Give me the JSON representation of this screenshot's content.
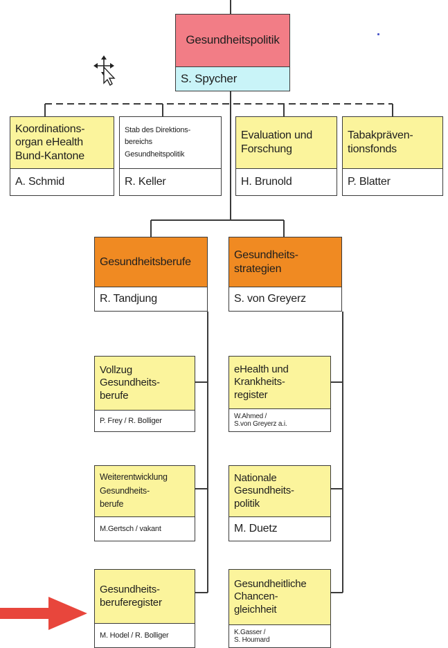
{
  "colors": {
    "line": "#3a3a3a",
    "yellow": "#fbf49c",
    "orange": "#f08a22",
    "red": "#f27d86",
    "cyan": "#c9f4f8",
    "arrow": "#e8463c"
  },
  "icons": {
    "cursor": "move-cursor-icon",
    "arrow": "red-arrow-icon"
  },
  "head": {
    "title": "Gesundheitspolitik",
    "person": "S. Spycher"
  },
  "staff": {
    "ehealth_organ": {
      "title": "Koordinations-\norgan eHealth\nBund-Kantone",
      "person": "A. Schmid"
    },
    "stab": {
      "title": "Stab des Direktions-\nbereichs\nGesundheitspolitik",
      "person": "R. Keller"
    },
    "evaluation": {
      "title": "Evaluation und\nForschung",
      "person": "H. Brunold"
    },
    "tabak": {
      "title": "Tabakpräven-\ntionsfonds",
      "person": "P. Blatter"
    }
  },
  "divisions": {
    "berufe": {
      "title": "Gesundheitsberufe",
      "person": "R. Tandjung"
    },
    "strategien": {
      "title": "Gesundheits-\nstrategien",
      "person": "S. von Greyerz"
    }
  },
  "sections": {
    "vollzug": {
      "title": "Vollzug\nGesundheits-\nberufe",
      "person": "P. Frey / R. Bolliger"
    },
    "weiterentwicklung": {
      "title": "Weiterentwicklung\nGesundheits-\nberufe",
      "person": "M.Gertsch / vakant"
    },
    "register": {
      "title": "Gesundheits-\nberuferegister",
      "person": "M. Hodel / R. Bolliger"
    },
    "ehealth_krankheit": {
      "title": "eHealth und\nKrankheits-\nregister",
      "person": "W.Ahmed /\nS.von Greyerz a.i."
    },
    "nationale": {
      "title": "Nationale\nGesundheits-\npolitik",
      "person": "M. Duetz"
    },
    "chancen": {
      "title": "Gesundheitliche\nChancen-\ngleichheit",
      "person": "K.Gasser /\nS. Houmard"
    }
  }
}
